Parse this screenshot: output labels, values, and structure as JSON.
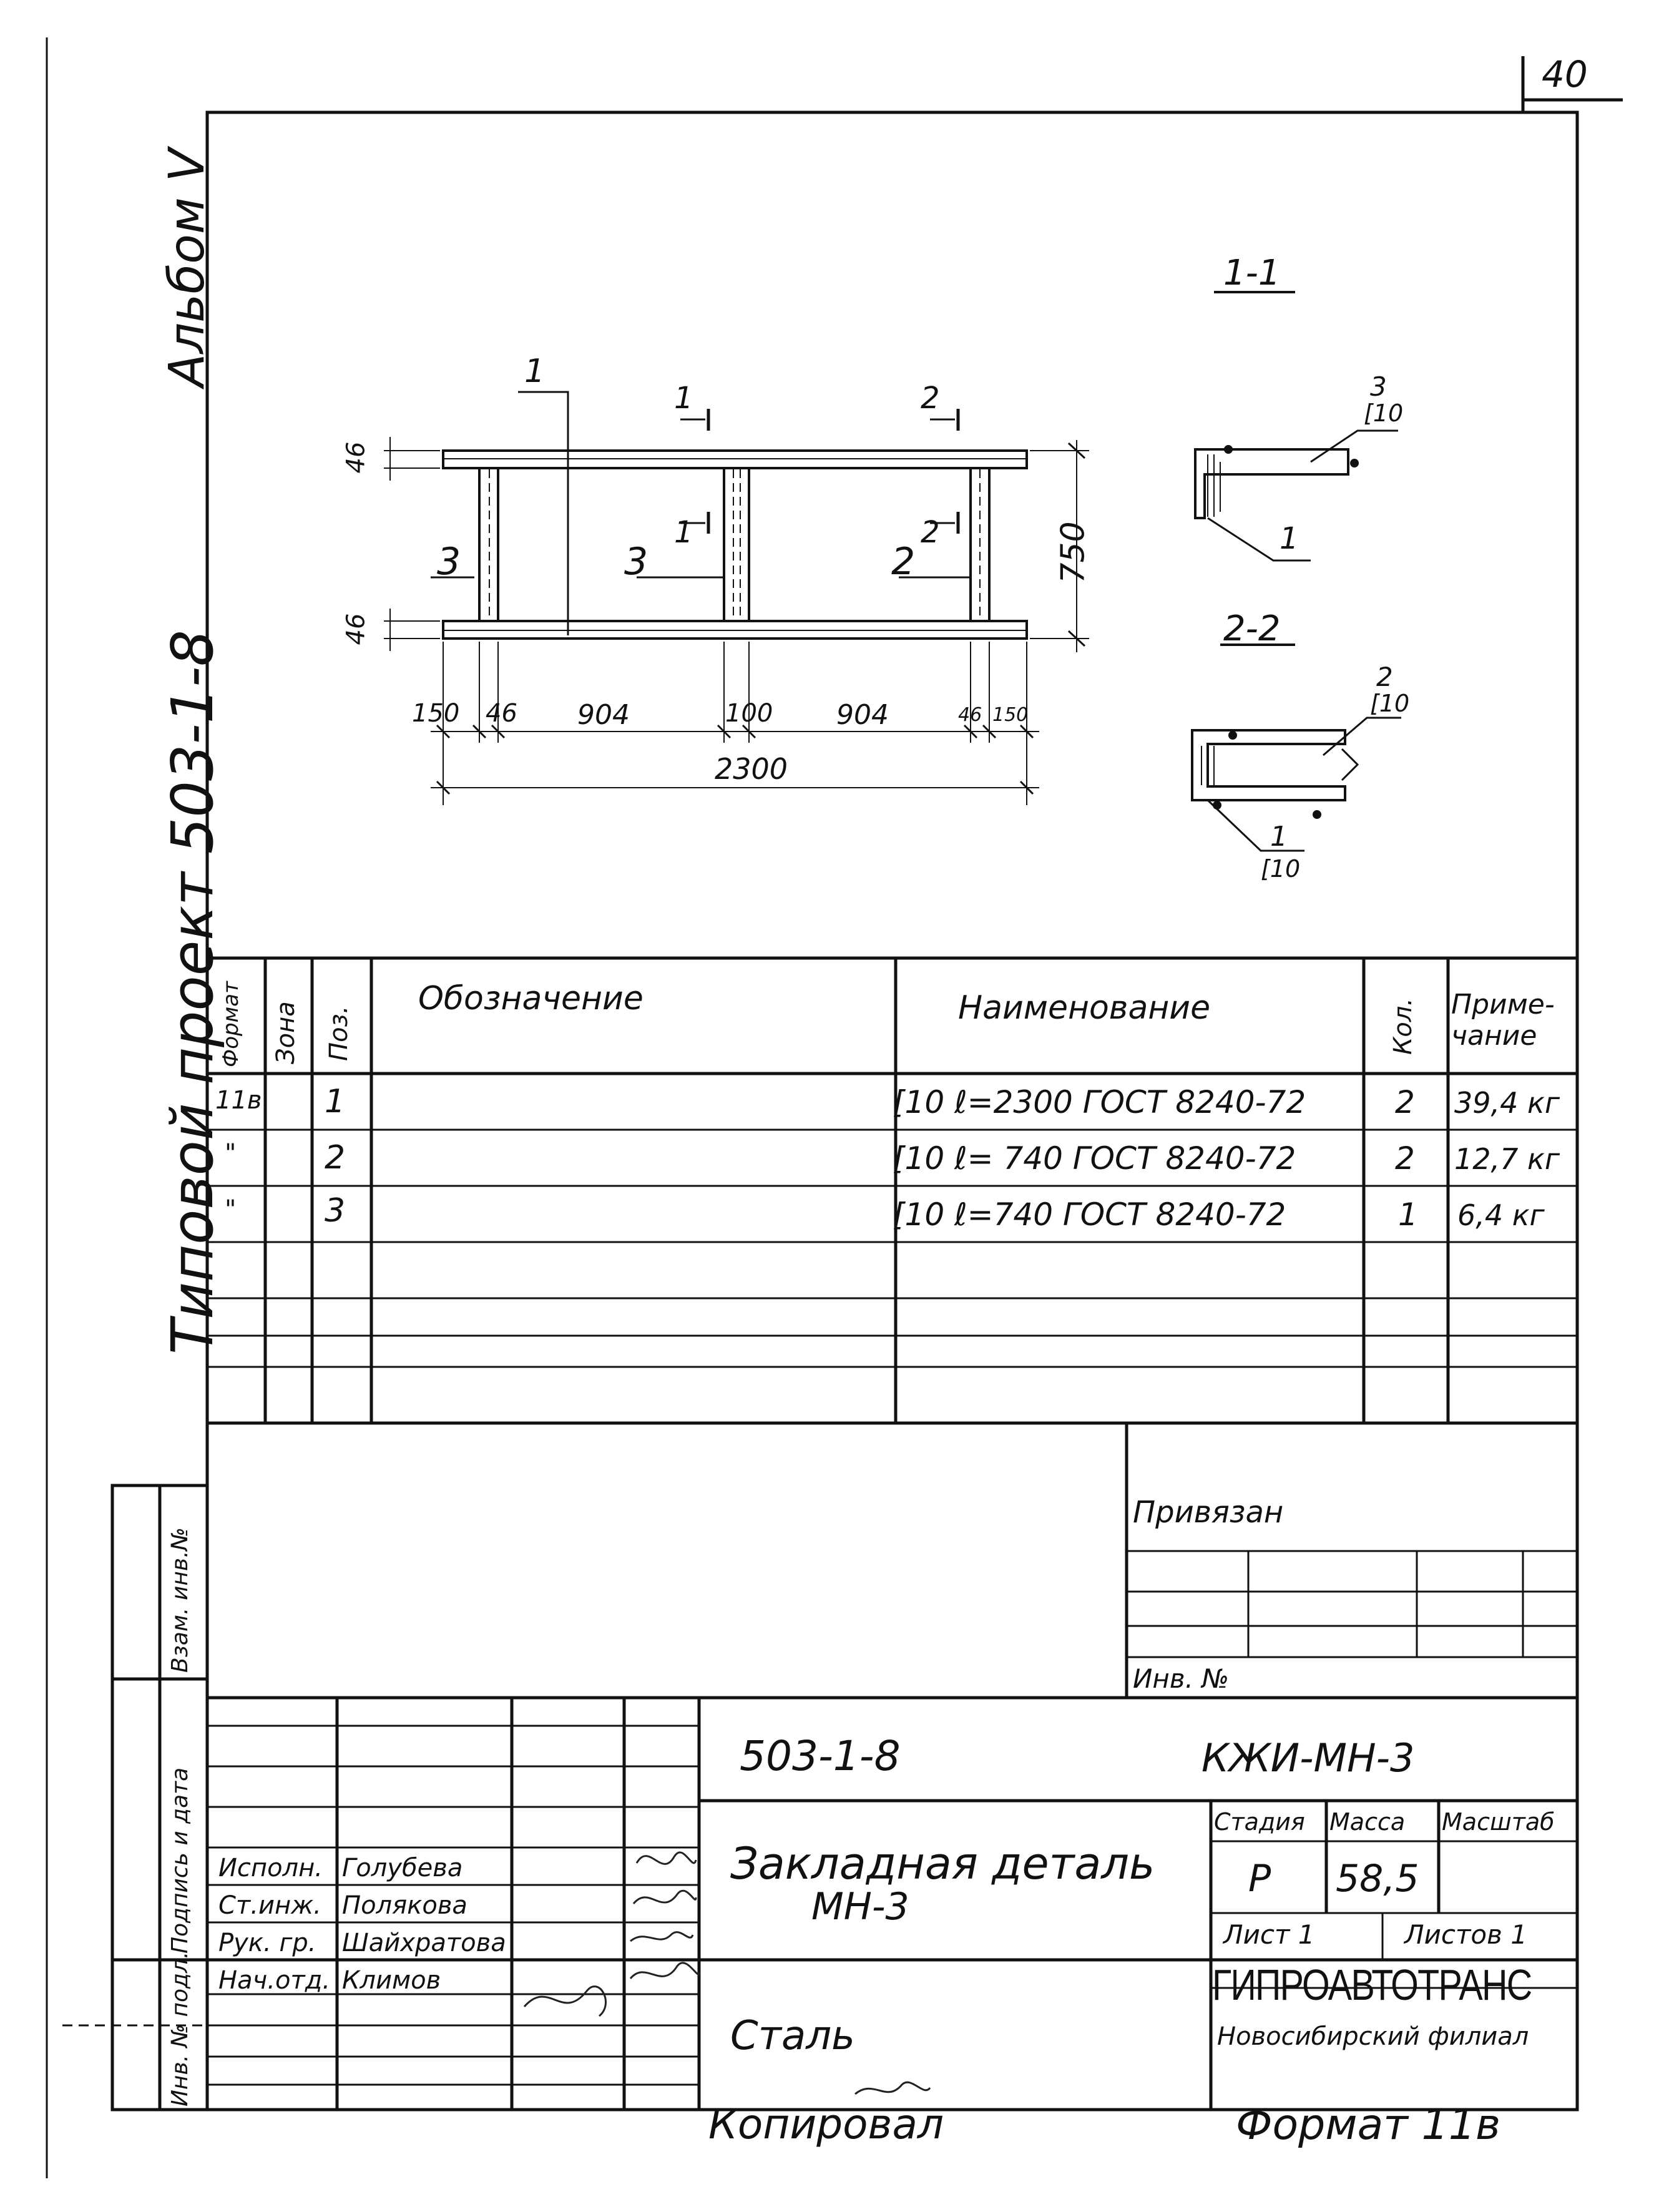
{
  "sheet_number": "40",
  "side": {
    "album": "Альбом V",
    "project": "Типовой проект 503-1-8"
  },
  "drawing": {
    "dim_46": "46",
    "dim_750": "750",
    "bottom_dims": [
      "150",
      "46",
      "904",
      "100",
      "904",
      "46",
      "150"
    ],
    "total": "2300",
    "cut_1": "1",
    "cut_2": "2",
    "callout_1": "1",
    "callout_2": "2",
    "callout_3": "3",
    "section_1_title": "1-1",
    "section_2_title": "2-2",
    "section_1_label_3": "3",
    "section_1_label_profile": "[10",
    "section_1_label_1": "1",
    "section_2_label_2": "2",
    "section_2_label_profile_top": "[10",
    "section_2_label_1": "1",
    "section_2_label_profile_bottom": "[10"
  },
  "spec": {
    "headers": {
      "format": "Формат",
      "zone": "Зона",
      "pos": "Поз.",
      "designation": "Обозначение",
      "name": "Наименование",
      "qty": "Кол.",
      "note": "Приме-\nчание"
    },
    "rows": [
      {
        "format": "11в",
        "zone": "",
        "pos": "1",
        "designation": "",
        "name": "[10 ℓ=2300 ГОСТ 8240-72",
        "qty": "2",
        "note": "39,4 кг"
      },
      {
        "format": "\"",
        "zone": "",
        "pos": "2",
        "designation": "",
        "name": "[10 ℓ= 740 ГОСТ 8240-72",
        "qty": "2",
        "note": "12,7 кг"
      },
      {
        "format": "\"",
        "zone": "",
        "pos": "3",
        "designation": "",
        "name": "[10 ℓ=740 ГОСТ 8240-72",
        "qty": "1",
        "note": "6,4 кг"
      }
    ]
  },
  "binding": {
    "title": "Привязан",
    "inv": "Инв. №"
  },
  "left_strip": {
    "vzam": "Взам. инв.№",
    "podpis": "Подпись и дата",
    "inv": "Инв. № подл."
  },
  "title_block": {
    "code": "503-1-8",
    "mark": "КЖИ-МН-3",
    "title_line1": "Закладная деталь",
    "title_line2": "МН-3",
    "material": "Сталь",
    "stage_label": "Стадия",
    "mass_label": "Масса",
    "scale_label": "Масштаб",
    "stage": "Р",
    "mass": "58,5",
    "scale": "",
    "sheet": "Лист 1",
    "sheets": "Листов 1",
    "org": "ГИПРОАВТОТРАНС",
    "branch": "Новосибирский филиал",
    "people": [
      {
        "role": "Исполн.",
        "name": "Голубева"
      },
      {
        "role": "Ст.инж.",
        "name": "Полякова"
      },
      {
        "role": "Рук. гр.",
        "name": "Шайхратова"
      },
      {
        "role": "Нач.отд.",
        "name": "Климов"
      }
    ]
  },
  "footer": {
    "copied": "Копировал",
    "format": "Формат 11в"
  }
}
